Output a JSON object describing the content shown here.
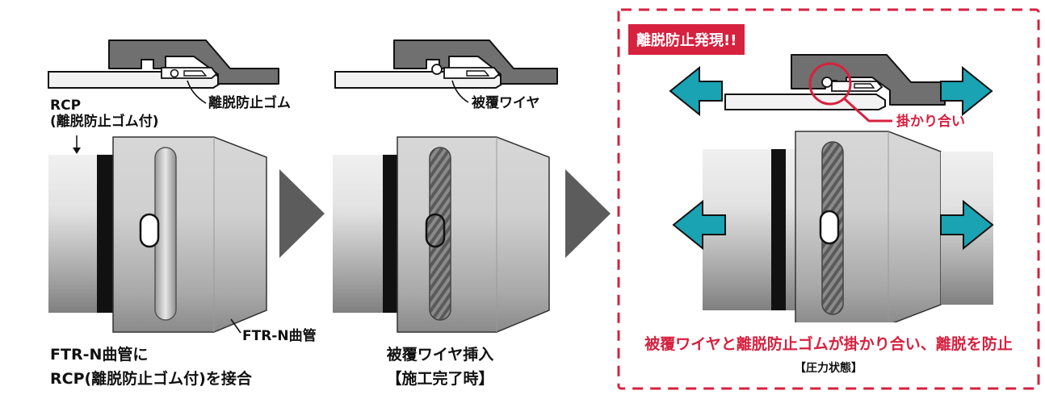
{
  "colors": {
    "accent_red": "#d6213f",
    "arrow_teal": "#1aa3b3",
    "dark_gray": "#5f5f5f",
    "pipe_gray": "#cfcfcf"
  },
  "panel1": {
    "rcp_label_line1": "RCP",
    "rcp_label_line2": "(離脱防止ゴム付)",
    "rubber_label": "離脱防止ゴム",
    "bend_label": "FTR-N曲管",
    "caption_line1": "FTR-N曲管に",
    "caption_line2": "RCP(離脱防止ゴム付)を接合"
  },
  "panel2": {
    "wire_label": "被覆ワイヤ",
    "caption_line1": "被覆ワイヤ挿入",
    "caption_line2": "【施工完了時】"
  },
  "panel3": {
    "badge": "離脱防止発現!!",
    "engage_label": "掛かり合い",
    "caption": "被覆ワイヤと離脱防止ゴムが掛かり合い、離脱を防止",
    "sub_caption": "【圧力状態】"
  },
  "icons": {
    "step_arrow": "right-triangle-icon",
    "pull_arrow": "teal-arrow-icon"
  }
}
